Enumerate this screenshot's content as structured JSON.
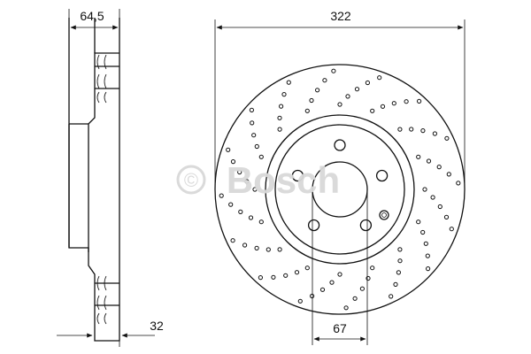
{
  "watermark": {
    "brand": "Bosch",
    "symbol": "©"
  },
  "dimensions": {
    "thickness_total": "64,5",
    "outer_diameter": "322",
    "disc_thickness": "32",
    "hub_bore": "67"
  },
  "colors": {
    "line": "#111111",
    "watermark": "#d9d9d9",
    "background": "#ffffff"
  }
}
